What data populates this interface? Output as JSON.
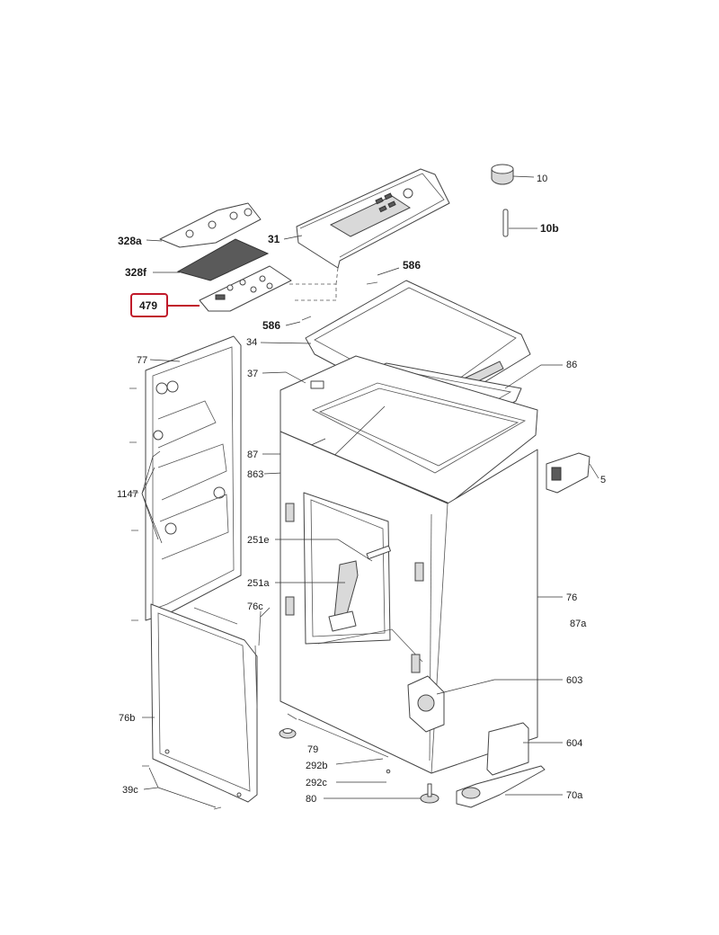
{
  "labels": {
    "p10": "10",
    "p10b": "10b",
    "p31": "31",
    "p328a": "328a",
    "p328f": "328f",
    "p479": "479",
    "p586_top": "586",
    "p586_left": "586",
    "p34": "34",
    "p77": "77",
    "p86": "86",
    "p37": "37",
    "p87": "87",
    "p863": "863",
    "p5": "5",
    "p1147": "1147",
    "p251e": "251e",
    "p251a": "251a",
    "p76": "76",
    "p87a": "87a",
    "p76c": "76c",
    "p603": "603",
    "p76b": "76b",
    "p79": "79",
    "p604": "604",
    "p292b": "292b",
    "p292c": "292c",
    "p39c": "39c",
    "p80": "80",
    "p70a": "70a"
  },
  "highlight": {
    "part": "479",
    "color": "#c0192a"
  }
}
